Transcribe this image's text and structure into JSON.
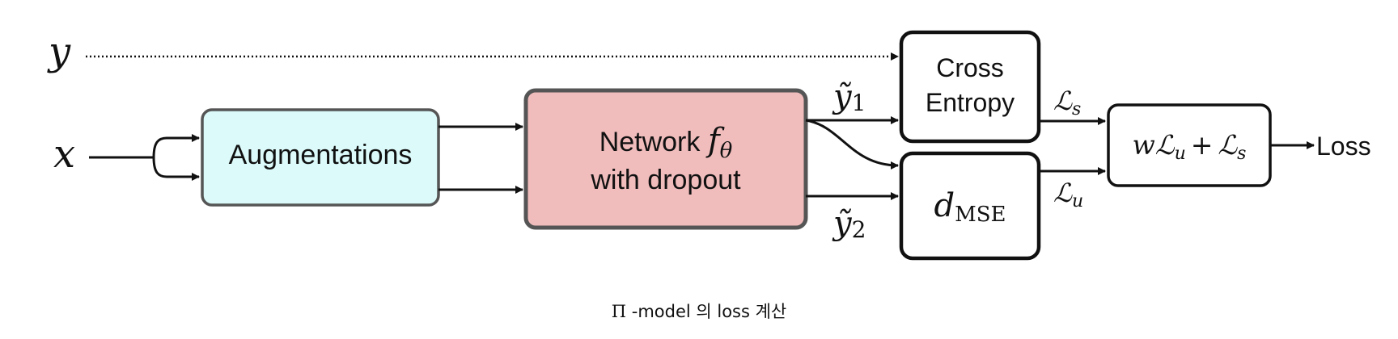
{
  "inputs": {
    "y": "y",
    "x": "x"
  },
  "blocks": {
    "augmentations": "Augmentations",
    "network": {
      "line1_text": "Network",
      "func_symbol": "f",
      "func_subscript": "θ",
      "line2": "with dropout"
    },
    "cross_entropy": {
      "line1": "Cross",
      "line2": "Entropy"
    },
    "mse": {
      "symbol": "d",
      "subscript": "MSE"
    },
    "total_loss": {
      "w": "w",
      "lu": "ℒ",
      "lu_sub": "u",
      "plus": "+",
      "ls": "ℒ",
      "ls_sub": "s"
    }
  },
  "edge_labels": {
    "y1": {
      "symbol": "ỹ",
      "subscript": "1"
    },
    "y2": {
      "symbol": "ỹ",
      "subscript": "2"
    },
    "ls": {
      "symbol": "ℒ",
      "subscript": "s"
    },
    "lu": {
      "symbol": "ℒ",
      "subscript": "u"
    }
  },
  "output_label": "Loss",
  "caption": {
    "pi": "Π",
    "text": " -model 의 loss 계산"
  },
  "colors": {
    "augmentations_fill": "#dcfafa",
    "network_fill": "#f1bcbc",
    "box_border": "#555555",
    "white_box_border": "#111111",
    "line": "#111111"
  }
}
